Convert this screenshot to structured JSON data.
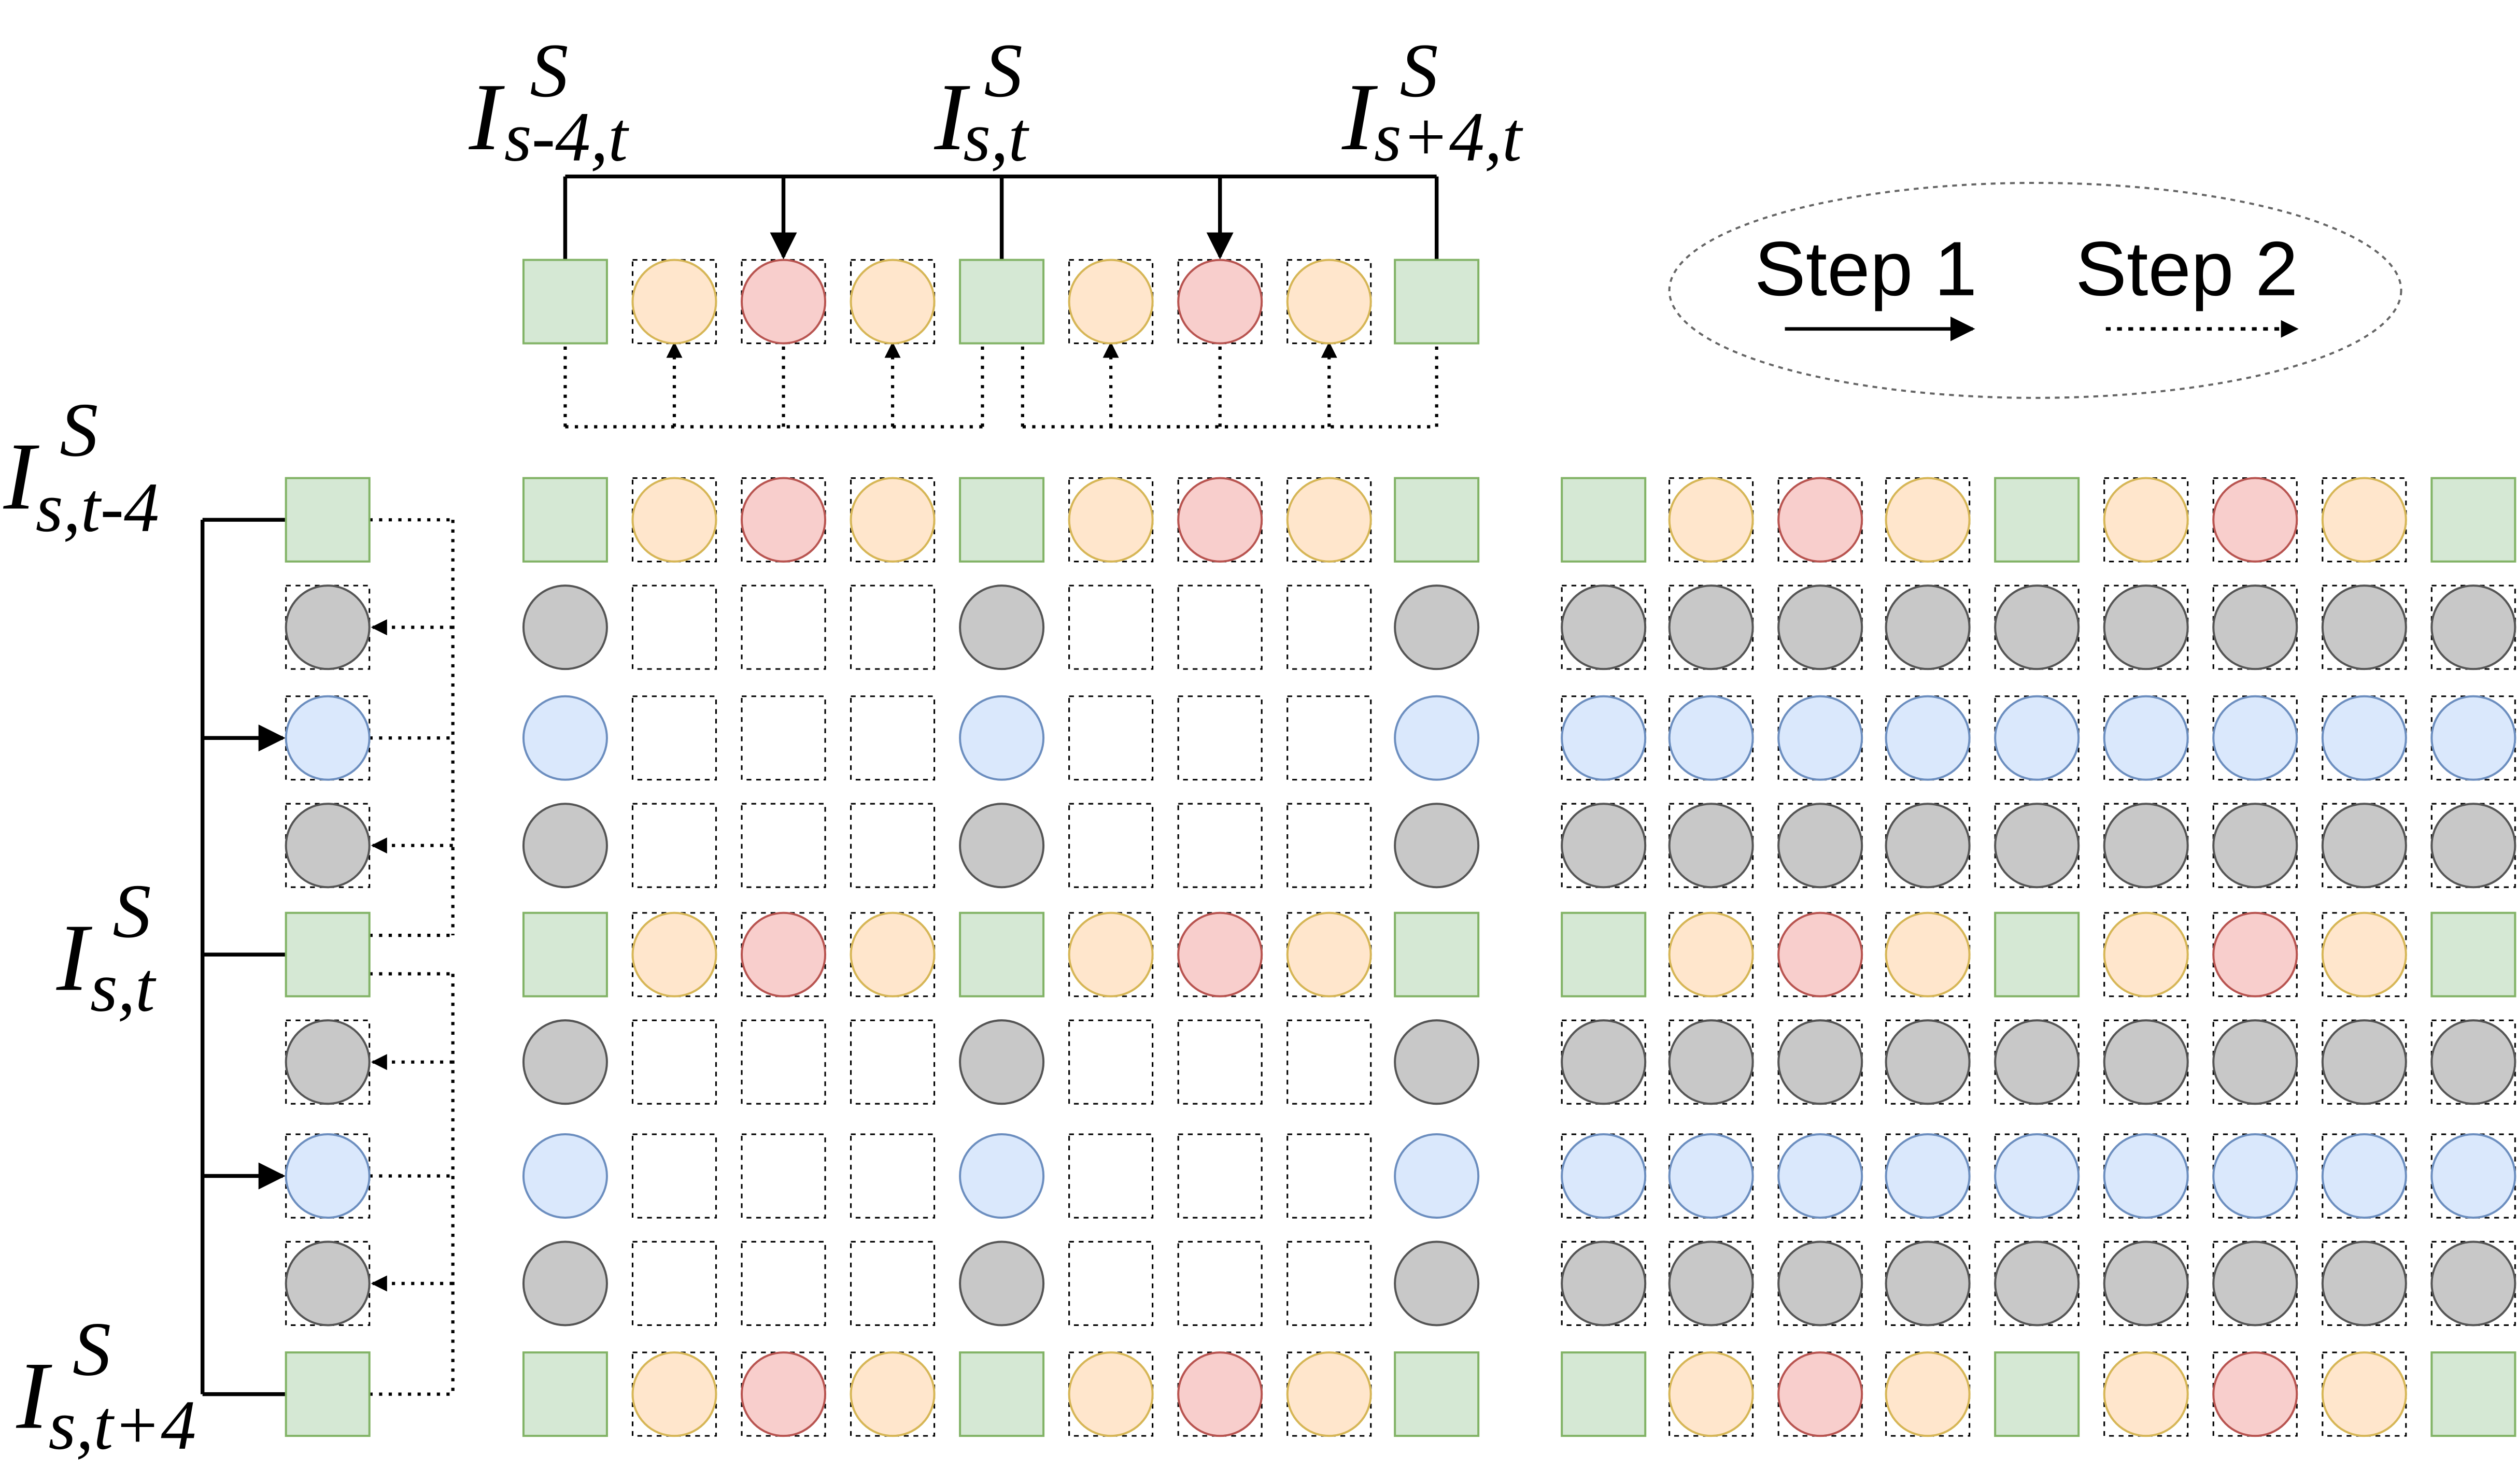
{
  "top_labels": [
    {
      "base": "I",
      "sub": "s-4,t",
      "sup": "S"
    },
    {
      "base": "I",
      "sub": "s,t",
      "sup": "S"
    },
    {
      "base": "I",
      "sub": "s+4,t",
      "sup": "S"
    }
  ],
  "left_labels": [
    {
      "base": "I",
      "sub": "s,t-4",
      "sup": "S"
    },
    {
      "base": "I",
      "sub": "s,t",
      "sup": "S"
    },
    {
      "base": "I",
      "sub": "s,t+4",
      "sup": "S"
    }
  ],
  "legend": {
    "step1": "Step 1",
    "step2": "Step 2"
  },
  "colors": {
    "green_fill": "#d5e8d4",
    "green_stroke": "#82b366",
    "orange_fill": "#ffe6cc",
    "orange_stroke": "#d6b656",
    "red_fill": "#f8cecc",
    "red_stroke": "#b85450",
    "gray_fill": "#c8c8c8",
    "gray_stroke": "#555555",
    "blue_fill": "#dae8fc",
    "blue_stroke": "#6c8ebf"
  },
  "patterns": {
    "row_pattern": [
      "G",
      "O",
      "R",
      "O",
      "G",
      "O",
      "R",
      "O",
      "G"
    ],
    "left_column": [
      "G",
      "K",
      "B",
      "K",
      "G",
      "K",
      "B",
      "K",
      "G"
    ],
    "col_pattern": [
      "G",
      "K",
      "B",
      "K",
      "G",
      "K",
      "B",
      "K",
      "G"
    ]
  }
}
